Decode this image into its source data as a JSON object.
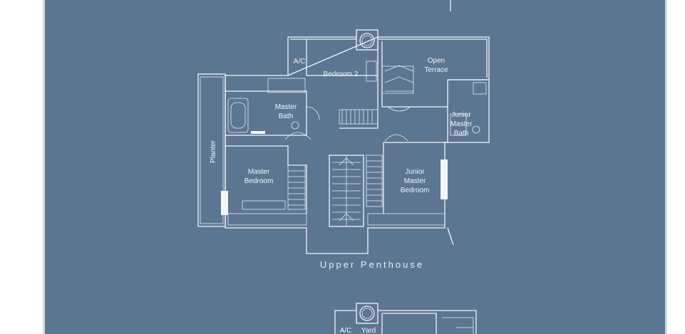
{
  "plan": {
    "caption": "Upper Penthouse",
    "rooms": {
      "ac_top": "A/C",
      "bedroom2": "Bedroom 2",
      "open_terrace_1": "Open",
      "open_terrace_2": "Terrace",
      "master_bath_1": "Master",
      "master_bath_2": "Bath",
      "junior_master_bath_1": "Junior",
      "junior_master_bath_2": "Master",
      "junior_master_bath_3": "Bath",
      "planter": "Planter",
      "master_bedroom_1": "Master",
      "master_bedroom_2": "Bedroom",
      "junior_master_bedroom_1": "Junior",
      "junior_master_bedroom_2": "Master",
      "junior_master_bedroom_3": "Bedroom",
      "ac_bottom": "A/C",
      "yard": "Yard"
    }
  },
  "colors": {
    "sheet_background": "#5c7591",
    "linework": "#f3f6fb"
  }
}
